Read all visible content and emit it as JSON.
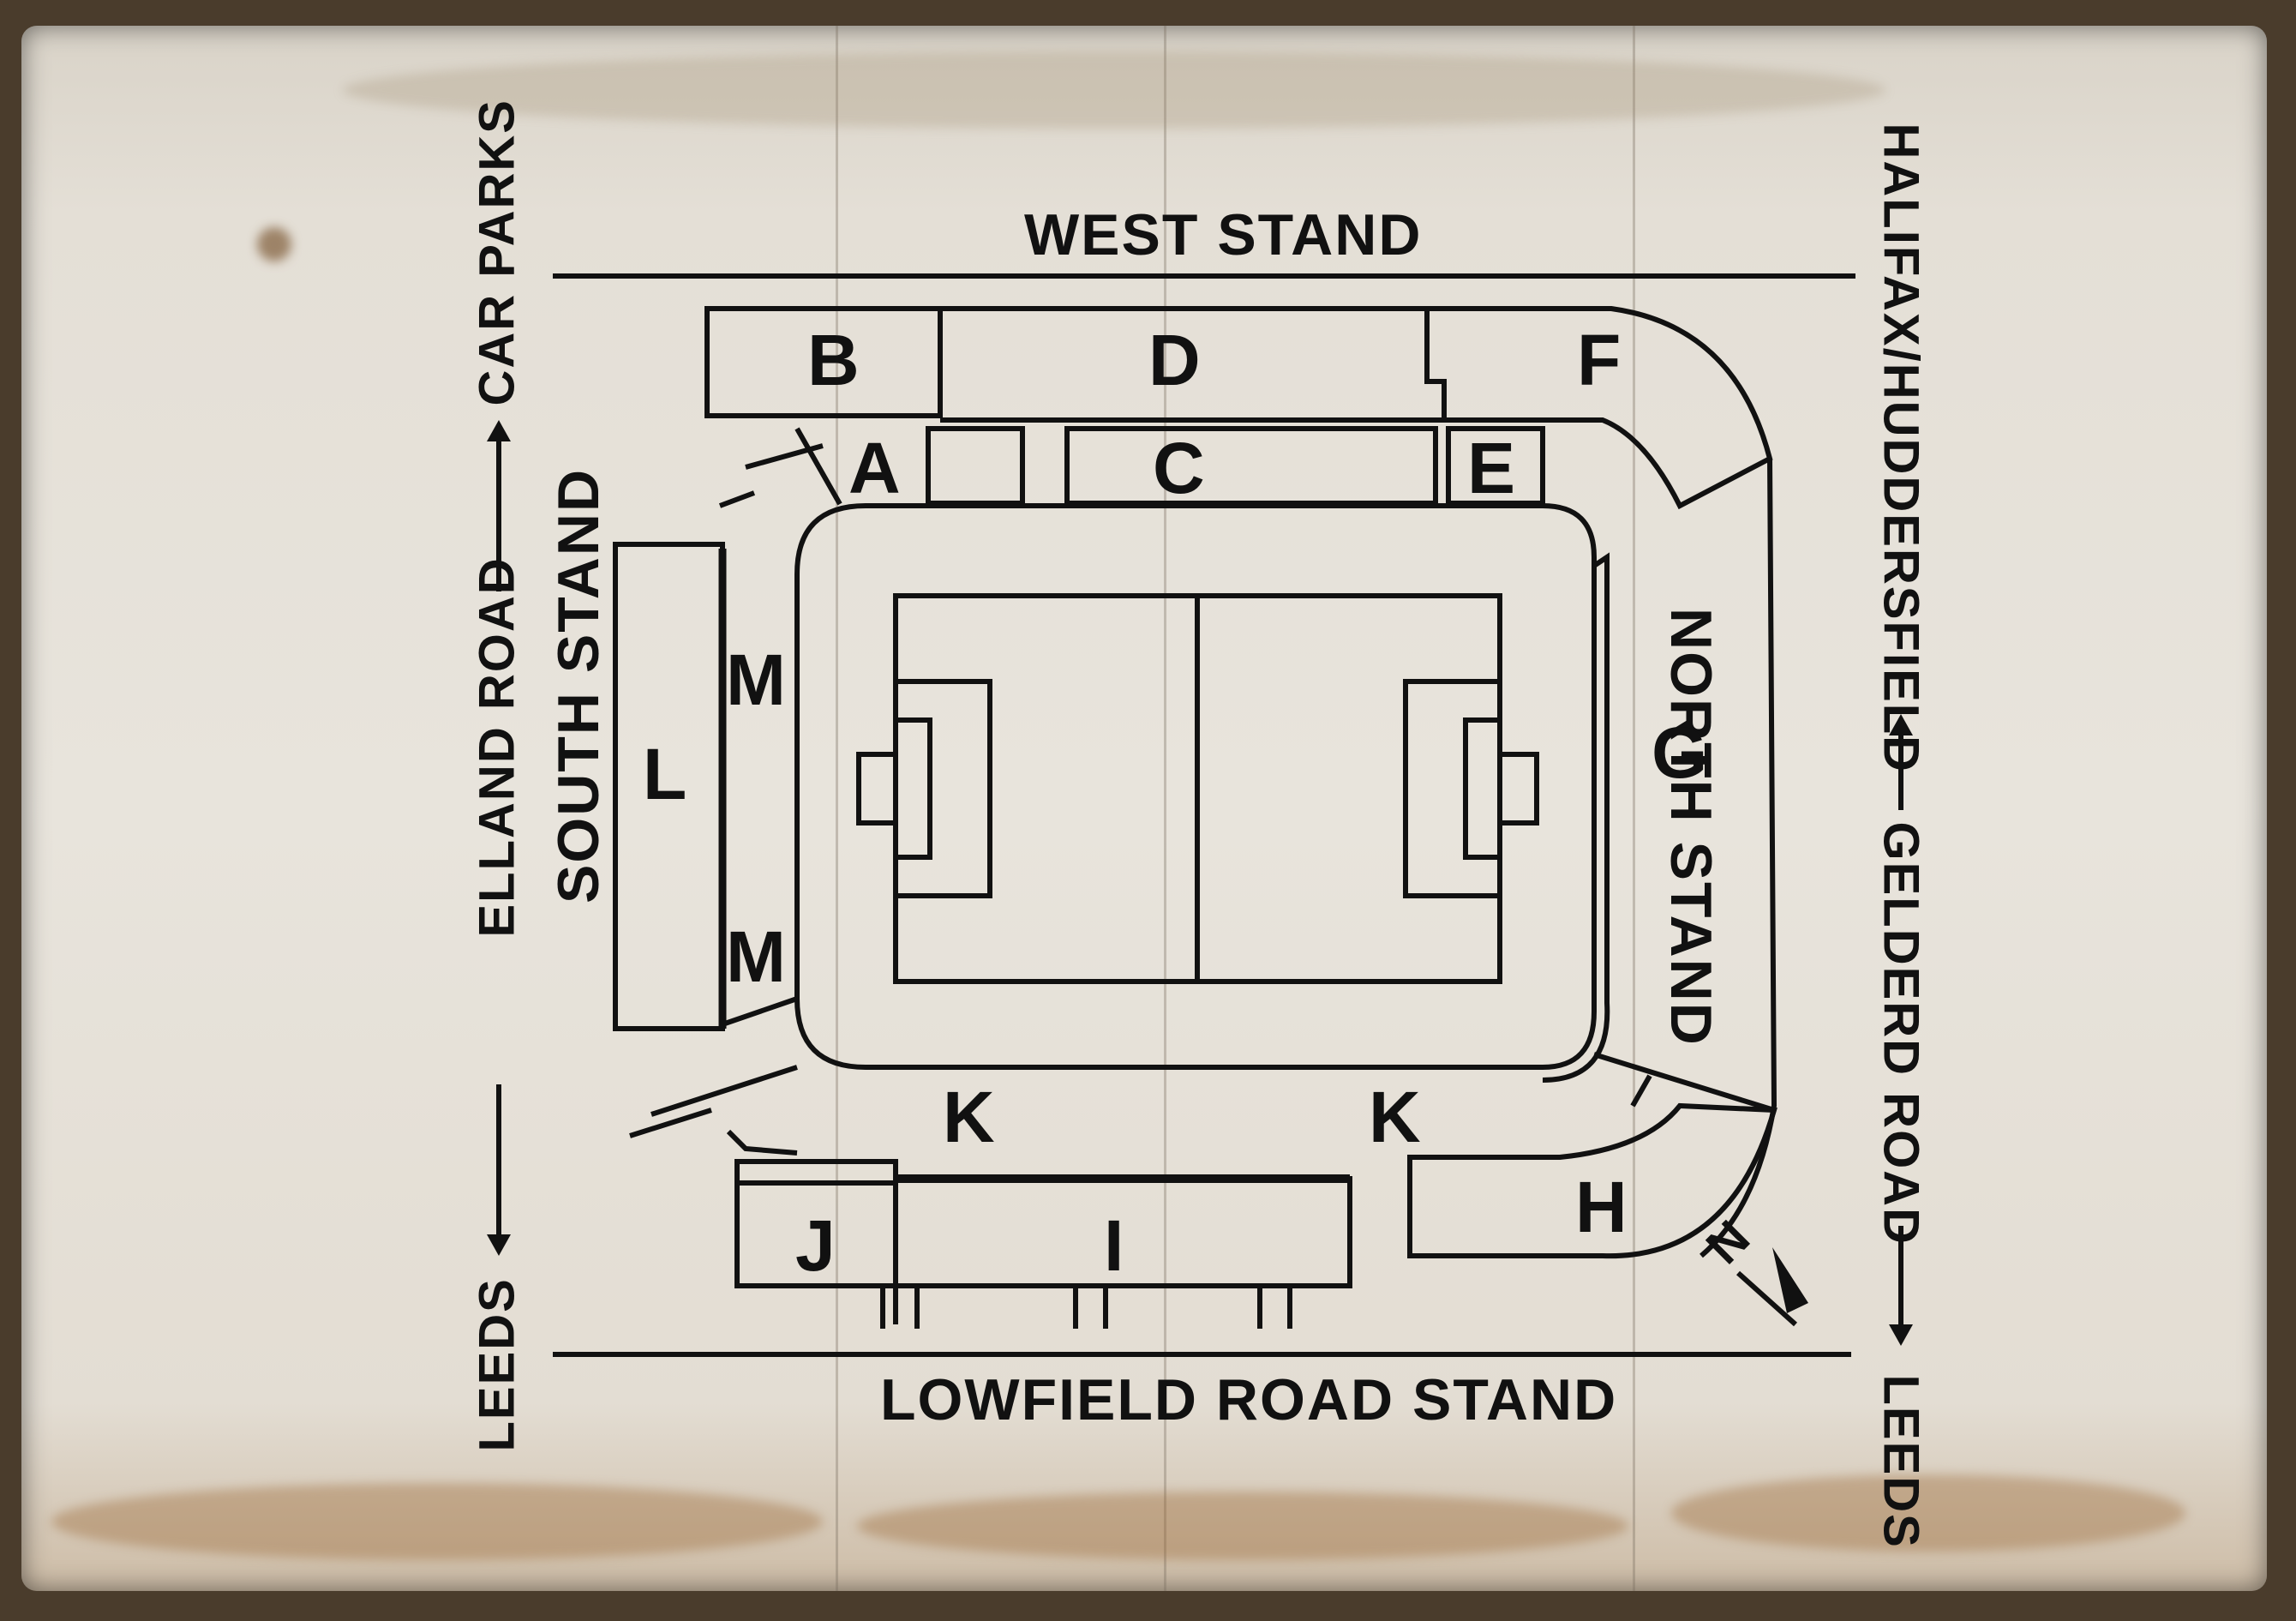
{
  "stands": {
    "west": "WEST STAND",
    "south": "SOUTH STAND",
    "north": "NORTH STAND",
    "lowfield": "LOWFIELD ROAD STAND"
  },
  "roads": {
    "left_top": "CAR PARKS",
    "left_middle": "ELLAND ROAD",
    "left_bottom": "LEEDS",
    "right_top": "HALIFAX/HUDDERSFIELD",
    "right_middle": "GELDERD ROAD",
    "right_bottom": "LEEDS"
  },
  "sections": {
    "a": "A",
    "b": "B",
    "c": "C",
    "d": "D",
    "e": "E",
    "f": "F",
    "g": "G",
    "h": "H",
    "i": "I",
    "j": "J",
    "k1": "K",
    "k2": "K",
    "l": "L",
    "m1": "M",
    "m2": "M"
  },
  "compass": "N",
  "colors": {
    "ink": "#111111",
    "paper": "#e6e1d8",
    "stain": "#9a6a35"
  }
}
